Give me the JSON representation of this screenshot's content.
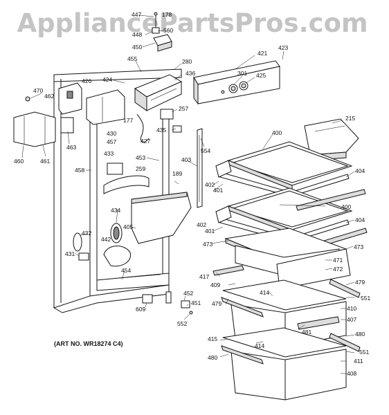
{
  "watermark": "AppliancePartsPros.com",
  "art_number": "(ART NO. WR18274 C4)",
  "callouts": [
    "447",
    "178",
    "560",
    "448",
    "450",
    "455",
    "280",
    "421",
    "423",
    "436",
    "424",
    "426",
    "301",
    "425",
    "470",
    "462",
    "430",
    "457",
    "177",
    "427",
    "257",
    "435",
    "215",
    "460",
    "463",
    "461",
    "433",
    "554",
    "453",
    "458",
    "259",
    "403",
    "189",
    "402",
    "400",
    "401",
    "404",
    "434",
    "405",
    "432",
    "442",
    "473",
    "431",
    "471",
    "472",
    "454",
    "417",
    "409",
    "479",
    "414",
    "551",
    "410",
    "609",
    "452",
    "451",
    "407",
    "552",
    "481",
    "415",
    "480",
    "411",
    "408"
  ]
}
